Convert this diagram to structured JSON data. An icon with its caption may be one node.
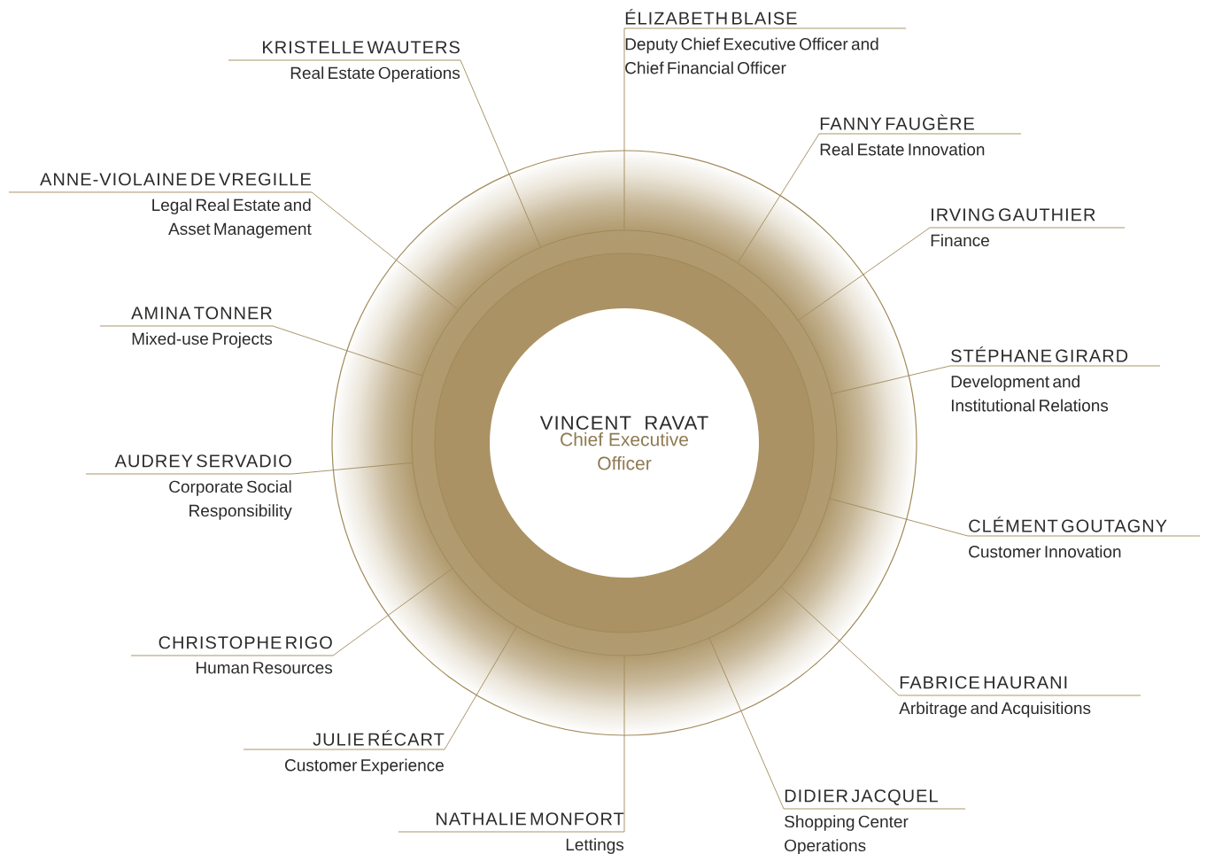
{
  "diagram": {
    "nodes": [
      {
        "text": [],
        "shape": "circle"
      },
      {
        "text": [
          "VINCENT RAVAT",
          "Chief Executive Officer"
        ],
        "in": 0
      },
      {
        "text": [
          "ÉLIZABETH BLAISE",
          "Deputy Chief Executive Officer and Chief Financial Officer"
        ]
      },
      {
        "text": [
          "FANNY FAUGÈRE",
          "Real Estate Innovation"
        ]
      },
      {
        "text": [
          "IRVING GAUTHIER",
          "Finance"
        ]
      },
      {
        "text": [
          "STÉPHANE GIRARD",
          "Development and Institutional Relations"
        ]
      },
      {
        "text": [
          "CLÉMENT GOUTAGNY",
          "Customer Innovation"
        ]
      },
      {
        "text": [
          "FABRICE HAURANI",
          "Arbitrage and Acquisitions"
        ]
      },
      {
        "text": [
          "DIDIER JACQUEL",
          "Shopping Center Operations"
        ]
      },
      {
        "text": [
          "NATHALIE MONFORT",
          "Lettings"
        ]
      },
      {
        "text": [
          "JULIE RÉCART",
          "Customer Experience"
        ]
      },
      {
        "text": [
          "CHRISTOPHE RIGO",
          "Human Resources"
        ]
      },
      {
        "text": [
          "AUDREY SERVADIO",
          "Corporate Social Responsibility"
        ]
      },
      {
        "text": [
          "AMINA TONNER",
          "Mixed-use Projects"
        ]
      },
      {
        "text": [
          "ANNE-VIOLAINE DE VREGILLE",
          "Legal Real Estate and Asset Management"
        ]
      },
      {
        "text": [
          "KRISTELLE WAUTERS",
          "Real Estate Operations"
        ]
      }
    ],
    "edges": [
      {
        "from": 2,
        "to": 0,
        "arrow": "none"
      },
      {
        "from": 3,
        "to": 0,
        "arrow": "none"
      },
      {
        "from": 4,
        "to": 0,
        "arrow": "none"
      },
      {
        "from": 5,
        "to": 0,
        "arrow": "none"
      },
      {
        "from": 6,
        "to": 0,
        "arrow": "none"
      },
      {
        "from": 7,
        "to": 0,
        "arrow": "none"
      },
      {
        "from": 8,
        "to": 0,
        "arrow": "none"
      },
      {
        "from": 9,
        "to": 0,
        "arrow": "none"
      },
      {
        "from": 10,
        "to": 0,
        "arrow": "none"
      },
      {
        "from": 11,
        "to": 0,
        "arrow": "none"
      },
      {
        "from": 12,
        "to": 0,
        "arrow": "none"
      },
      {
        "from": 13,
        "to": 0,
        "arrow": "none"
      },
      {
        "from": 14,
        "to": 0,
        "arrow": "none"
      },
      {
        "from": 15,
        "to": 0,
        "arrow": "none"
      }
    ]
  }
}
